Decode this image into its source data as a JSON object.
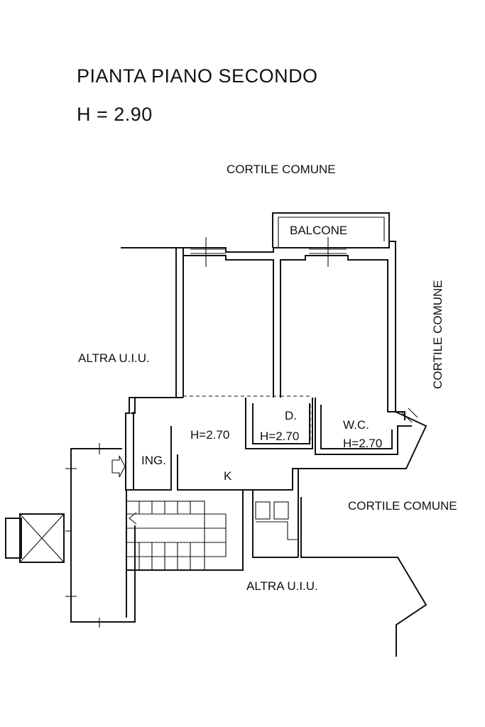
{
  "title": "PIANTA PIANO SECONDO",
  "height_note": "H = 2.90",
  "labels": {
    "cortile_top": "CORTILE COMUNE",
    "cortile_right_vertical": "CORTILE COMUNE",
    "cortile_right": "CORTILE COMUNE",
    "balcone": "BALCONE",
    "altra_left": "ALTRA U.I.U.",
    "altra_bottom": "ALTRA U.I.U.",
    "ing": "ING.",
    "k": "K",
    "h_k": "H=2.70",
    "d": "D.",
    "h_d": "H=2.70",
    "wc": "W.C.",
    "h_wc": "H=2.70"
  }
}
